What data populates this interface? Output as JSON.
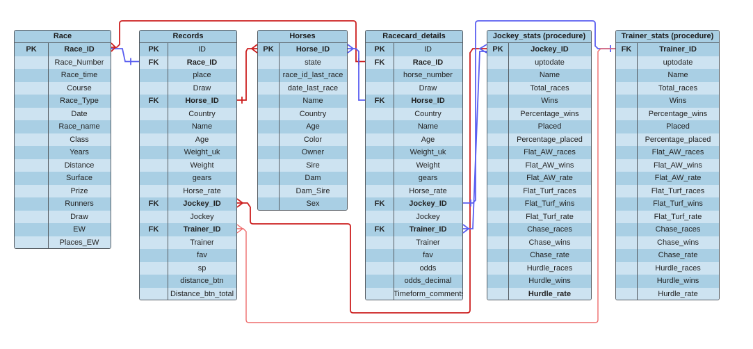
{
  "tables": [
    {
      "id": "race",
      "title": "Race",
      "rows": [
        {
          "key": "PK",
          "name": "Race_ID",
          "bold": true
        },
        {
          "key": "",
          "name": "Race_Number"
        },
        {
          "key": "",
          "name": "Race_time"
        },
        {
          "key": "",
          "name": "Course"
        },
        {
          "key": "",
          "name": "Race_Type"
        },
        {
          "key": "",
          "name": "Date"
        },
        {
          "key": "",
          "name": "Race_name"
        },
        {
          "key": "",
          "name": "Class"
        },
        {
          "key": "",
          "name": "Years"
        },
        {
          "key": "",
          "name": "Distance"
        },
        {
          "key": "",
          "name": "Surface"
        },
        {
          "key": "",
          "name": "Prize"
        },
        {
          "key": "",
          "name": "Runners"
        },
        {
          "key": "",
          "name": "Draw"
        },
        {
          "key": "",
          "name": "EW"
        },
        {
          "key": "",
          "name": "Places_EW"
        }
      ]
    },
    {
      "id": "records",
      "title": "Records",
      "rows": [
        {
          "key": "PK",
          "name": "ID"
        },
        {
          "key": "FK",
          "name": "Race_ID",
          "bold": true
        },
        {
          "key": "",
          "name": "place"
        },
        {
          "key": "",
          "name": "Draw"
        },
        {
          "key": "FK",
          "name": "Horse_ID",
          "bold": true
        },
        {
          "key": "",
          "name": "Country"
        },
        {
          "key": "",
          "name": "Name"
        },
        {
          "key": "",
          "name": "Age"
        },
        {
          "key": "",
          "name": "Weight_uk"
        },
        {
          "key": "",
          "name": "Weight"
        },
        {
          "key": "",
          "name": "gears"
        },
        {
          "key": "",
          "name": "Horse_rate"
        },
        {
          "key": "FK",
          "name": "Jockey_ID",
          "bold": true
        },
        {
          "key": "",
          "name": "Jockey"
        },
        {
          "key": "FK",
          "name": "Trainer_ID",
          "bold": true
        },
        {
          "key": "",
          "name": "Trainer"
        },
        {
          "key": "",
          "name": "fav"
        },
        {
          "key": "",
          "name": "sp"
        },
        {
          "key": "",
          "name": "distance_btn"
        },
        {
          "key": "",
          "name": "Distance_btn_total"
        }
      ]
    },
    {
      "id": "horses",
      "title": "Horses",
      "rows": [
        {
          "key": "PK",
          "name": "Horse_ID",
          "bold": true
        },
        {
          "key": "",
          "name": "state"
        },
        {
          "key": "",
          "name": "race_id_last_race"
        },
        {
          "key": "",
          "name": "date_last_race"
        },
        {
          "key": "",
          "name": "Name"
        },
        {
          "key": "",
          "name": "Country"
        },
        {
          "key": "",
          "name": "Age"
        },
        {
          "key": "",
          "name": "Color"
        },
        {
          "key": "",
          "name": "Owner"
        },
        {
          "key": "",
          "name": "Sire"
        },
        {
          "key": "",
          "name": "Dam"
        },
        {
          "key": "",
          "name": "Dam_Sire"
        },
        {
          "key": "",
          "name": "Sex"
        }
      ]
    },
    {
      "id": "racecard",
      "title": "Racecard_details",
      "rows": [
        {
          "key": "PK",
          "name": "ID"
        },
        {
          "key": "FK",
          "name": "Race_ID",
          "bold": true
        },
        {
          "key": "",
          "name": "horse_number"
        },
        {
          "key": "",
          "name": "Draw"
        },
        {
          "key": "FK",
          "name": "Horse_ID",
          "bold": true
        },
        {
          "key": "",
          "name": "Country"
        },
        {
          "key": "",
          "name": "Name"
        },
        {
          "key": "",
          "name": "Age"
        },
        {
          "key": "",
          "name": "Weight_uk"
        },
        {
          "key": "",
          "name": "Weight"
        },
        {
          "key": "",
          "name": "gears"
        },
        {
          "key": "",
          "name": "Horse_rate"
        },
        {
          "key": "FK",
          "name": "Jockey_ID",
          "bold": true
        },
        {
          "key": "",
          "name": "Jockey"
        },
        {
          "key": "FK",
          "name": "Trainer_ID",
          "bold": true
        },
        {
          "key": "",
          "name": "Trainer"
        },
        {
          "key": "",
          "name": "fav"
        },
        {
          "key": "",
          "name": "odds"
        },
        {
          "key": "",
          "name": "odds_decimal"
        },
        {
          "key": "",
          "name": "Timeform_comments"
        }
      ]
    },
    {
      "id": "jockey",
      "title": "Jockey_stats (procedure)",
      "rows": [
        {
          "key": "PK",
          "name": "Jockey_ID",
          "bold": true
        },
        {
          "key": "",
          "name": "uptodate"
        },
        {
          "key": "",
          "name": "Name"
        },
        {
          "key": "",
          "name": "Total_races"
        },
        {
          "key": "",
          "name": "Wins"
        },
        {
          "key": "",
          "name": "Percentage_wins"
        },
        {
          "key": "",
          "name": "Placed"
        },
        {
          "key": "",
          "name": "Percentage_placed"
        },
        {
          "key": "",
          "name": "Flat_AW_races"
        },
        {
          "key": "",
          "name": "Flat_AW_wins"
        },
        {
          "key": "",
          "name": "Flat_AW_rate"
        },
        {
          "key": "",
          "name": "Flat_Turf_races"
        },
        {
          "key": "",
          "name": "Flat_Turf_wins"
        },
        {
          "key": "",
          "name": "Flat_Turf_rate"
        },
        {
          "key": "",
          "name": "Chase_races"
        },
        {
          "key": "",
          "name": "Chase_wins"
        },
        {
          "key": "",
          "name": "Chase_rate"
        },
        {
          "key": "",
          "name": "Hurdle_races"
        },
        {
          "key": "",
          "name": "Hurdle_wins"
        },
        {
          "key": "",
          "name": "Hurdle_rate",
          "bold": true
        }
      ]
    },
    {
      "id": "trainer",
      "title": "Trainer_stats (procedure)",
      "rows": [
        {
          "key": "FK",
          "name": "Trainer_ID",
          "bold": true
        },
        {
          "key": "",
          "name": "uptodate"
        },
        {
          "key": "",
          "name": "Name"
        },
        {
          "key": "",
          "name": "Total_races"
        },
        {
          "key": "",
          "name": "Wins"
        },
        {
          "key": "",
          "name": "Percentage_wins"
        },
        {
          "key": "",
          "name": "Placed"
        },
        {
          "key": "",
          "name": "Percentage_placed"
        },
        {
          "key": "",
          "name": "Flat_AW_races"
        },
        {
          "key": "",
          "name": "Flat_AW_wins"
        },
        {
          "key": "",
          "name": "Flat_AW_rate"
        },
        {
          "key": "",
          "name": "Flat_Turf_races"
        },
        {
          "key": "",
          "name": "Flat_Turf_wins"
        },
        {
          "key": "",
          "name": "Flat_Turf_rate"
        },
        {
          "key": "",
          "name": "Chase_races"
        },
        {
          "key": "",
          "name": "Chase_wins"
        },
        {
          "key": "",
          "name": "Chase_rate"
        },
        {
          "key": "",
          "name": "Hurdle_races"
        },
        {
          "key": "",
          "name": "Hurdle_wins"
        },
        {
          "key": "",
          "name": "Hurdle_rate"
        }
      ]
    }
  ],
  "colors": {
    "header": "#a9cfe4",
    "row_dark": "#a9cfe4",
    "row_light": "#cde3f1",
    "border": "#555b61",
    "link_red": "#cc1f1f",
    "link_blue": "#5a5ef0",
    "link_pink": "#ee6b6b"
  }
}
